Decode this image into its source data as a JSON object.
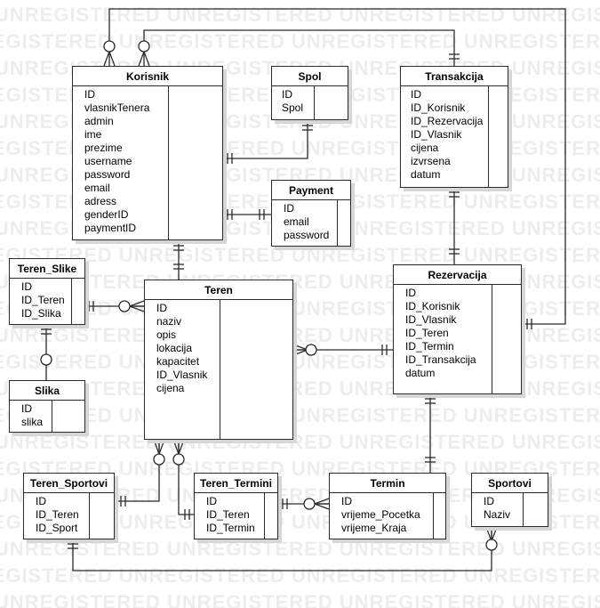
{
  "watermark": "UNREGISTERED",
  "colors": {
    "line": "#2a2a2a",
    "shadow": "#d6d6d6",
    "watermark": "#ededed"
  },
  "entities": {
    "korisnik": {
      "title": "Korisnik",
      "attributes": [
        "ID",
        "vlasnikTenera",
        "admin",
        "ime",
        "prezime",
        "username",
        "password",
        "email",
        "adress",
        "genderID",
        "paymentID"
      ]
    },
    "spol": {
      "title": "Spol",
      "attributes": [
        "ID",
        "Spol"
      ]
    },
    "transakcija": {
      "title": "Transakcija",
      "attributes": [
        "ID",
        "ID_Korisnik",
        "ID_Rezervacija",
        "ID_Vlasnik",
        "cijena",
        "izvrsena",
        "datum"
      ]
    },
    "payment": {
      "title": "Payment",
      "attributes": [
        "ID",
        "email",
        "password"
      ]
    },
    "teren_slike": {
      "title": "Teren_Slike",
      "attributes": [
        "ID",
        "ID_Teren",
        "ID_Slika"
      ]
    },
    "teren": {
      "title": "Teren",
      "attributes": [
        "ID",
        "naziv",
        "opis",
        "lokacija",
        "kapacitet",
        "ID_Vlasnik",
        "cijena"
      ]
    },
    "rezervacija": {
      "title": "Rezervacija",
      "attributes": [
        "ID",
        "ID_Korisnik",
        "ID_Vlasnik",
        "ID_Teren",
        "ID_Termin",
        "ID_Transakcija",
        "datum"
      ]
    },
    "slika": {
      "title": "Slika",
      "attributes": [
        "ID",
        "slika"
      ]
    },
    "teren_sportovi": {
      "title": "Teren_Sportovi",
      "attributes": [
        "ID",
        "ID_Teren",
        "ID_Sport"
      ]
    },
    "teren_termini": {
      "title": "Teren_Termini",
      "attributes": [
        "ID",
        "ID_Teren",
        "ID_Termin"
      ]
    },
    "termin": {
      "title": "Termin",
      "attributes": [
        "ID",
        "vrijeme_Pocetka",
        "vrijeme_Kraja"
      ]
    },
    "sportovi": {
      "title": "Sportovi",
      "attributes": [
        "ID",
        "Naziv"
      ]
    }
  }
}
